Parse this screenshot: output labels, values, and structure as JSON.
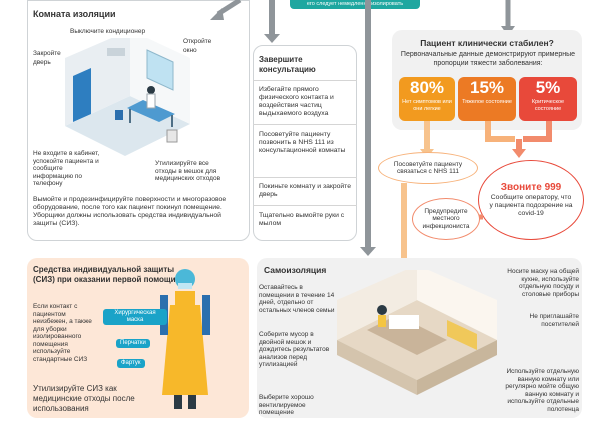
{
  "top_banner": {
    "text": "его следует немедленно изолировать"
  },
  "isolation_room": {
    "title": "Комната изоляции",
    "label_ac": "Выключите кондиционер",
    "label_window": "Откройте окно",
    "label_door": "Закройте дверь",
    "label_no_enter": "Не входите в кабинет, успокойте пациента и сообщите информацию по телефону",
    "label_waste": "Утилизируйте все отходы в мешок для медицинских отходов",
    "footer": "Вымойте и продезинфицируйте поверхности и многоразовое оборудование, после того как пациент покинул помещение. Уборщики должны использовать средства индивидуальной защиты (СИЗ)."
  },
  "finish_consult": {
    "title": "Завершите консультацию",
    "items": [
      "Избегайте прямого физического контакта и воздействия частиц выдыхаемого воздуха",
      "Посоветуйте пациенту позвонить в NHS 111 из консультационной комнаты",
      "Покиньте комнату и закройте дверь",
      "Тщательно вымойте руки с мылом"
    ]
  },
  "stable": {
    "title": "Пациент клинически стабилен?",
    "subtitle": "Первоначальные данные демонстрируют примерные пропорции тяжести заболевания:",
    "stats": [
      {
        "pct": "80%",
        "label": "Нет симптомов или они легкие",
        "color": "#f29a1f"
      },
      {
        "pct": "15%",
        "label": "Тяжелое состояние",
        "color": "#ec7a24"
      },
      {
        "pct": "5%",
        "label": "Критическое состояние",
        "color": "#e8493a"
      }
    ],
    "advise_111": "Посоветуйте пациенту связаться с NHS 111",
    "call_999_title": "Звоните 999",
    "call_999_text": "Сообщите оператору, что у пациента подозрение на covid-19",
    "warn_local": "Предупредите местного инфекциониста"
  },
  "ppe": {
    "title": "Средства индивидуальной защиты (СИЗ) при оказании первой помощи",
    "left_text": "Если контакт с пациентом неизбежен, а также для уборки изолированного помещения используйте стандартные СИЗ",
    "labels": [
      "Хирургическая маска",
      "Перчатки",
      "Фартук"
    ],
    "footer": "Утилизируйте СИЗ как медицинские отходы после использования"
  },
  "self_isolation": {
    "title": "Самоизоляция",
    "left_items": [
      "Оставайтесь в помещении в течение 14 дней, отдельно от остальных членов семьи",
      "Соберите мусор в двойной мешок и дождитесь результатов анализов перед утилизацией",
      "Выберите хорошо вентилируемое помещение"
    ],
    "right_items": [
      "Носите маску на общей кухне, используйте отдельную посуду и столовые приборы",
      "Не приглашайте посетителей",
      "Используйте отдельную ванную комнату или регулярно мойте общую ванную комнату и используйте отдельные полотенца"
    ]
  }
}
